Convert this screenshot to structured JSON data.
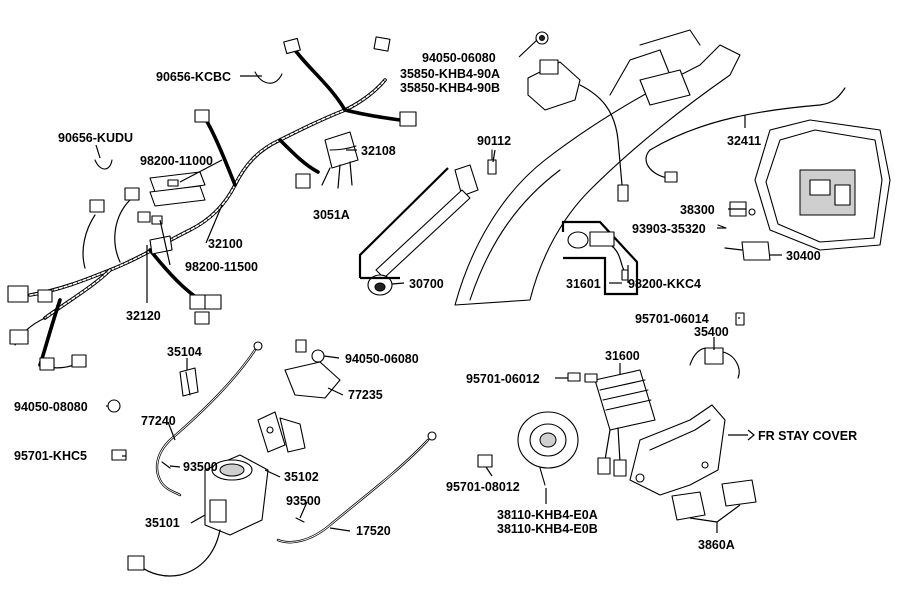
{
  "labels": {
    "l_90656_kcbc": "90656-KCBC",
    "l_90656_kudu": "90656-KUDU",
    "l_98200_11000": "98200-11000",
    "l_32100": "32100",
    "l_98200_11500": "98200-11500",
    "l_32120": "32120",
    "l_32108": "32108",
    "l_94050_06080_top": "94050-06080",
    "l_35850_a": "35850-KHB4-90A",
    "l_35850_b": "35850-KHB4-90B",
    "l_90112": "90112",
    "l_3051a": "3051A",
    "l_30700": "30700",
    "l_32411": "32411",
    "l_38300": "38300",
    "l_93903": "93903-35320",
    "l_30400": "30400",
    "l_31601": "31601",
    "l_98200_kkc4": "98200-KKC4",
    "l_95701_06014": "95701-06014",
    "l_35400": "35400",
    "l_35104": "35104",
    "l_94050_06080_mid": "94050-06080",
    "l_77235": "77235",
    "l_94050_08080": "94050-08080",
    "l_77240": "77240",
    "l_95701_khc5": "95701-KHC5",
    "l_93500_a": "93500",
    "l_35102": "35102",
    "l_93500_b": "93500",
    "l_35101": "35101",
    "l_17520": "17520",
    "l_31600": "31600",
    "l_95701_06012": "95701-06012",
    "l_fr_stay_cover": "FR STAY COVER",
    "l_95701_08012": "95701-08012",
    "l_38110_a": "38110-KHB4-E0A",
    "l_38110_b": "38110-KHB4-E0B",
    "l_3860a": "3860A"
  }
}
